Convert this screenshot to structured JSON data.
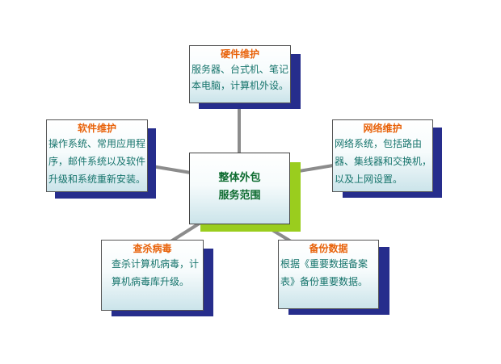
{
  "colors": {
    "shadow": "#262d8c",
    "center_shadow": "#9acd1e",
    "connector": "#8c8c8c",
    "title": "#e8620a",
    "body_text": "#16746c",
    "center_text": "#0d6b2f"
  },
  "center": {
    "lines": [
      "整体外包",
      "服务范围"
    ]
  },
  "hardware": {
    "title": "硬件维护",
    "lines": [
      "服务器、台式机、笔记",
      "本电脑，计算机外设。"
    ]
  },
  "software": {
    "title": "软件维护",
    "lines": [
      "操作系统、常用应用程",
      "序，邮件系统以及软件",
      "升级和系统重新安装。"
    ]
  },
  "network": {
    "title": "网络维护",
    "lines": [
      "网络系统，包括路由",
      "器、集线器和交换机，",
      "以及上网设置。"
    ]
  },
  "antivirus": {
    "title": "查杀病毒",
    "lines": [
      "查杀计算机病毒，计",
      "算机病毒库升级。"
    ]
  },
  "backup": {
    "title": "备份数据",
    "lines": [
      "根据《重要数据备案",
      "表》备份重要数据。"
    ]
  }
}
